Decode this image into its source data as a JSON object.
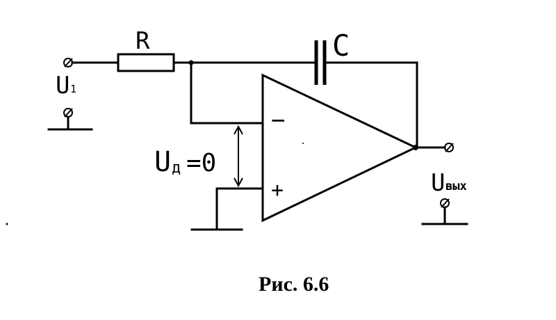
{
  "labels": {
    "resistor": "R",
    "capacitor": "C",
    "input_voltage": "U",
    "input_voltage_sub": "1",
    "diff_voltage": "U",
    "diff_voltage_sub": "д",
    "diff_voltage_value": "=0",
    "output_voltage": "U",
    "output_voltage_sub": "вых",
    "inverting_input": "−",
    "noninverting_input": "+"
  },
  "caption": "Рис. 6.6"
}
